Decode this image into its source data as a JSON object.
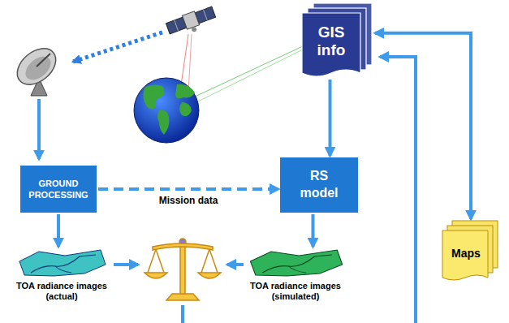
{
  "diagram": {
    "nodes": [
      {
        "text": [
          "GIS info"
        ]
      },
      {
        "text": [
          "GROUND PROCESSING"
        ]
      },
      {
        "text": [
          "RS model"
        ]
      },
      {
        "text": [
          "Maps"
        ]
      },
      {
        "text": [
          "TOA radiance images (actual)"
        ]
      },
      {
        "text": [
          "TOA radiance images (simulated)"
        ]
      }
    ],
    "edges": [
      {
        "from": 1,
        "to": 2,
        "label": "Mission data",
        "arrow": "to"
      },
      {
        "from": 0,
        "to": 2,
        "arrow": "to"
      },
      {
        "from": 0,
        "to": 3,
        "arrow": "both"
      },
      {
        "from": 1,
        "to": 4,
        "arrow": "to"
      },
      {
        "from": 2,
        "to": 5,
        "arrow": "to"
      }
    ]
  }
}
